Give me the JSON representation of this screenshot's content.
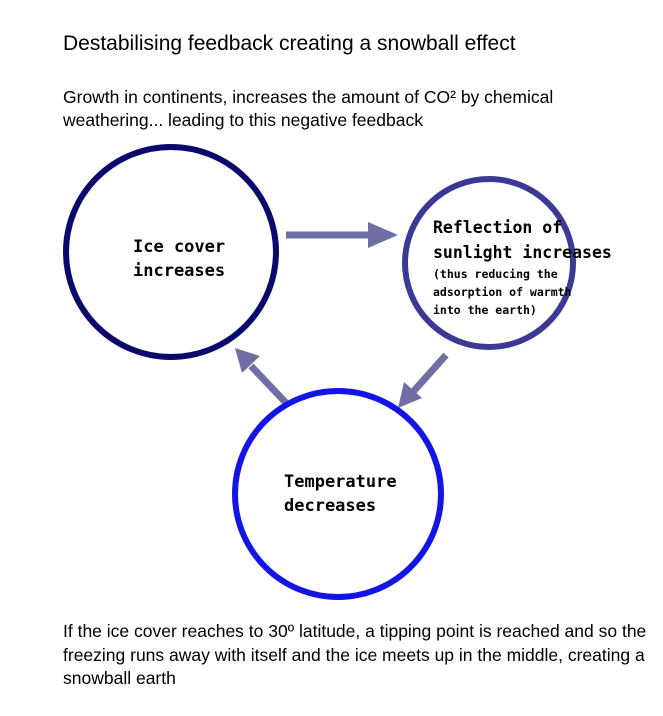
{
  "title": "Destabilising feedback creating a snowball effect",
  "intro": "Growth in continents, increases the amount of CO² by chemical weathering... leading to this negative feedback",
  "nodes": {
    "ice": {
      "line1": "Ice cover",
      "line2": "increases"
    },
    "reflection": {
      "line1": "Reflection of",
      "line2": "sunlight increases",
      "note1": "(thus reducing the",
      "note2": "adsorption of warmth",
      "note3": "into the earth)"
    },
    "temperature": {
      "line1": "Temperature",
      "line2": "decreases"
    }
  },
  "outro": "If the ice cover reaches to 30º latitude, a tipping point is reached and so the freezing runs away with itself and the ice meets up in the middle, creating a snowball earth",
  "colors": {
    "ice_circle": "#0a0a6e",
    "reflection_circle": "#3a3a96",
    "temperature_circle": "#1414e6",
    "arrow": "#6f6fa6"
  }
}
